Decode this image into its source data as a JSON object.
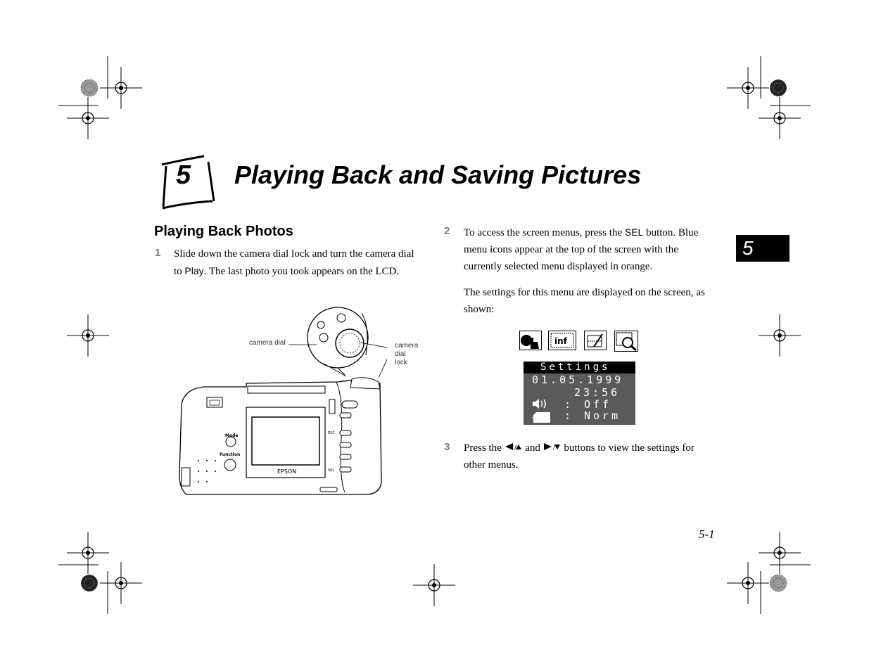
{
  "chapter": {
    "number": "5",
    "title": "Playing Back and Saving Pictures"
  },
  "section": {
    "title": "Playing Back Photos"
  },
  "steps": [
    {
      "number": "1",
      "line1": "Slide down the camera dial lock and turn the camera dial",
      "line2_pre": "to ",
      "line2_key": "Play",
      "line2_post": ". The last photo you took appears on the LCD."
    },
    {
      "number": "2",
      "line1_pre": "To access the screen menus, press the ",
      "line1_key": "SEL",
      "line1_post": " button. Blue",
      "line2": "menu icons appear at the top of the screen with the",
      "line3": "currently selected menu displayed in orange.",
      "para2_line1": "The settings for this menu are displayed on the screen, as",
      "para2_line2": "shown:"
    },
    {
      "number": "3",
      "line1_pre": "Press the ",
      "line1_mid": " and ",
      "line1_post": " buttons to view the settings for",
      "line2": "other menus."
    }
  ],
  "figure": {
    "callout_dial": "camera dial",
    "callout_lock_1": "camera",
    "callout_lock_2": "dial",
    "callout_lock_3": "lock",
    "label_mode": "Mode",
    "label_function": "Function",
    "label_brand": "EPSON",
    "label_esc": "ESC",
    "label_sel": "SEL"
  },
  "lcd": {
    "header": "Settings",
    "date": "01.05.1999",
    "time": "23:56",
    "sound_sep": ":",
    "sound_value": "Off",
    "quality_sep": ":",
    "quality_value": "Norm",
    "menu_icons": [
      "camera-hand-icon",
      "info-icon",
      "edit-icon",
      "zoom-icon"
    ],
    "colors": {
      "header_bg": "#000000",
      "body_bg": "#5a5a5a",
      "text": "#ffffff"
    }
  },
  "side_tab": {
    "number": "5"
  },
  "page_number": "5-1"
}
